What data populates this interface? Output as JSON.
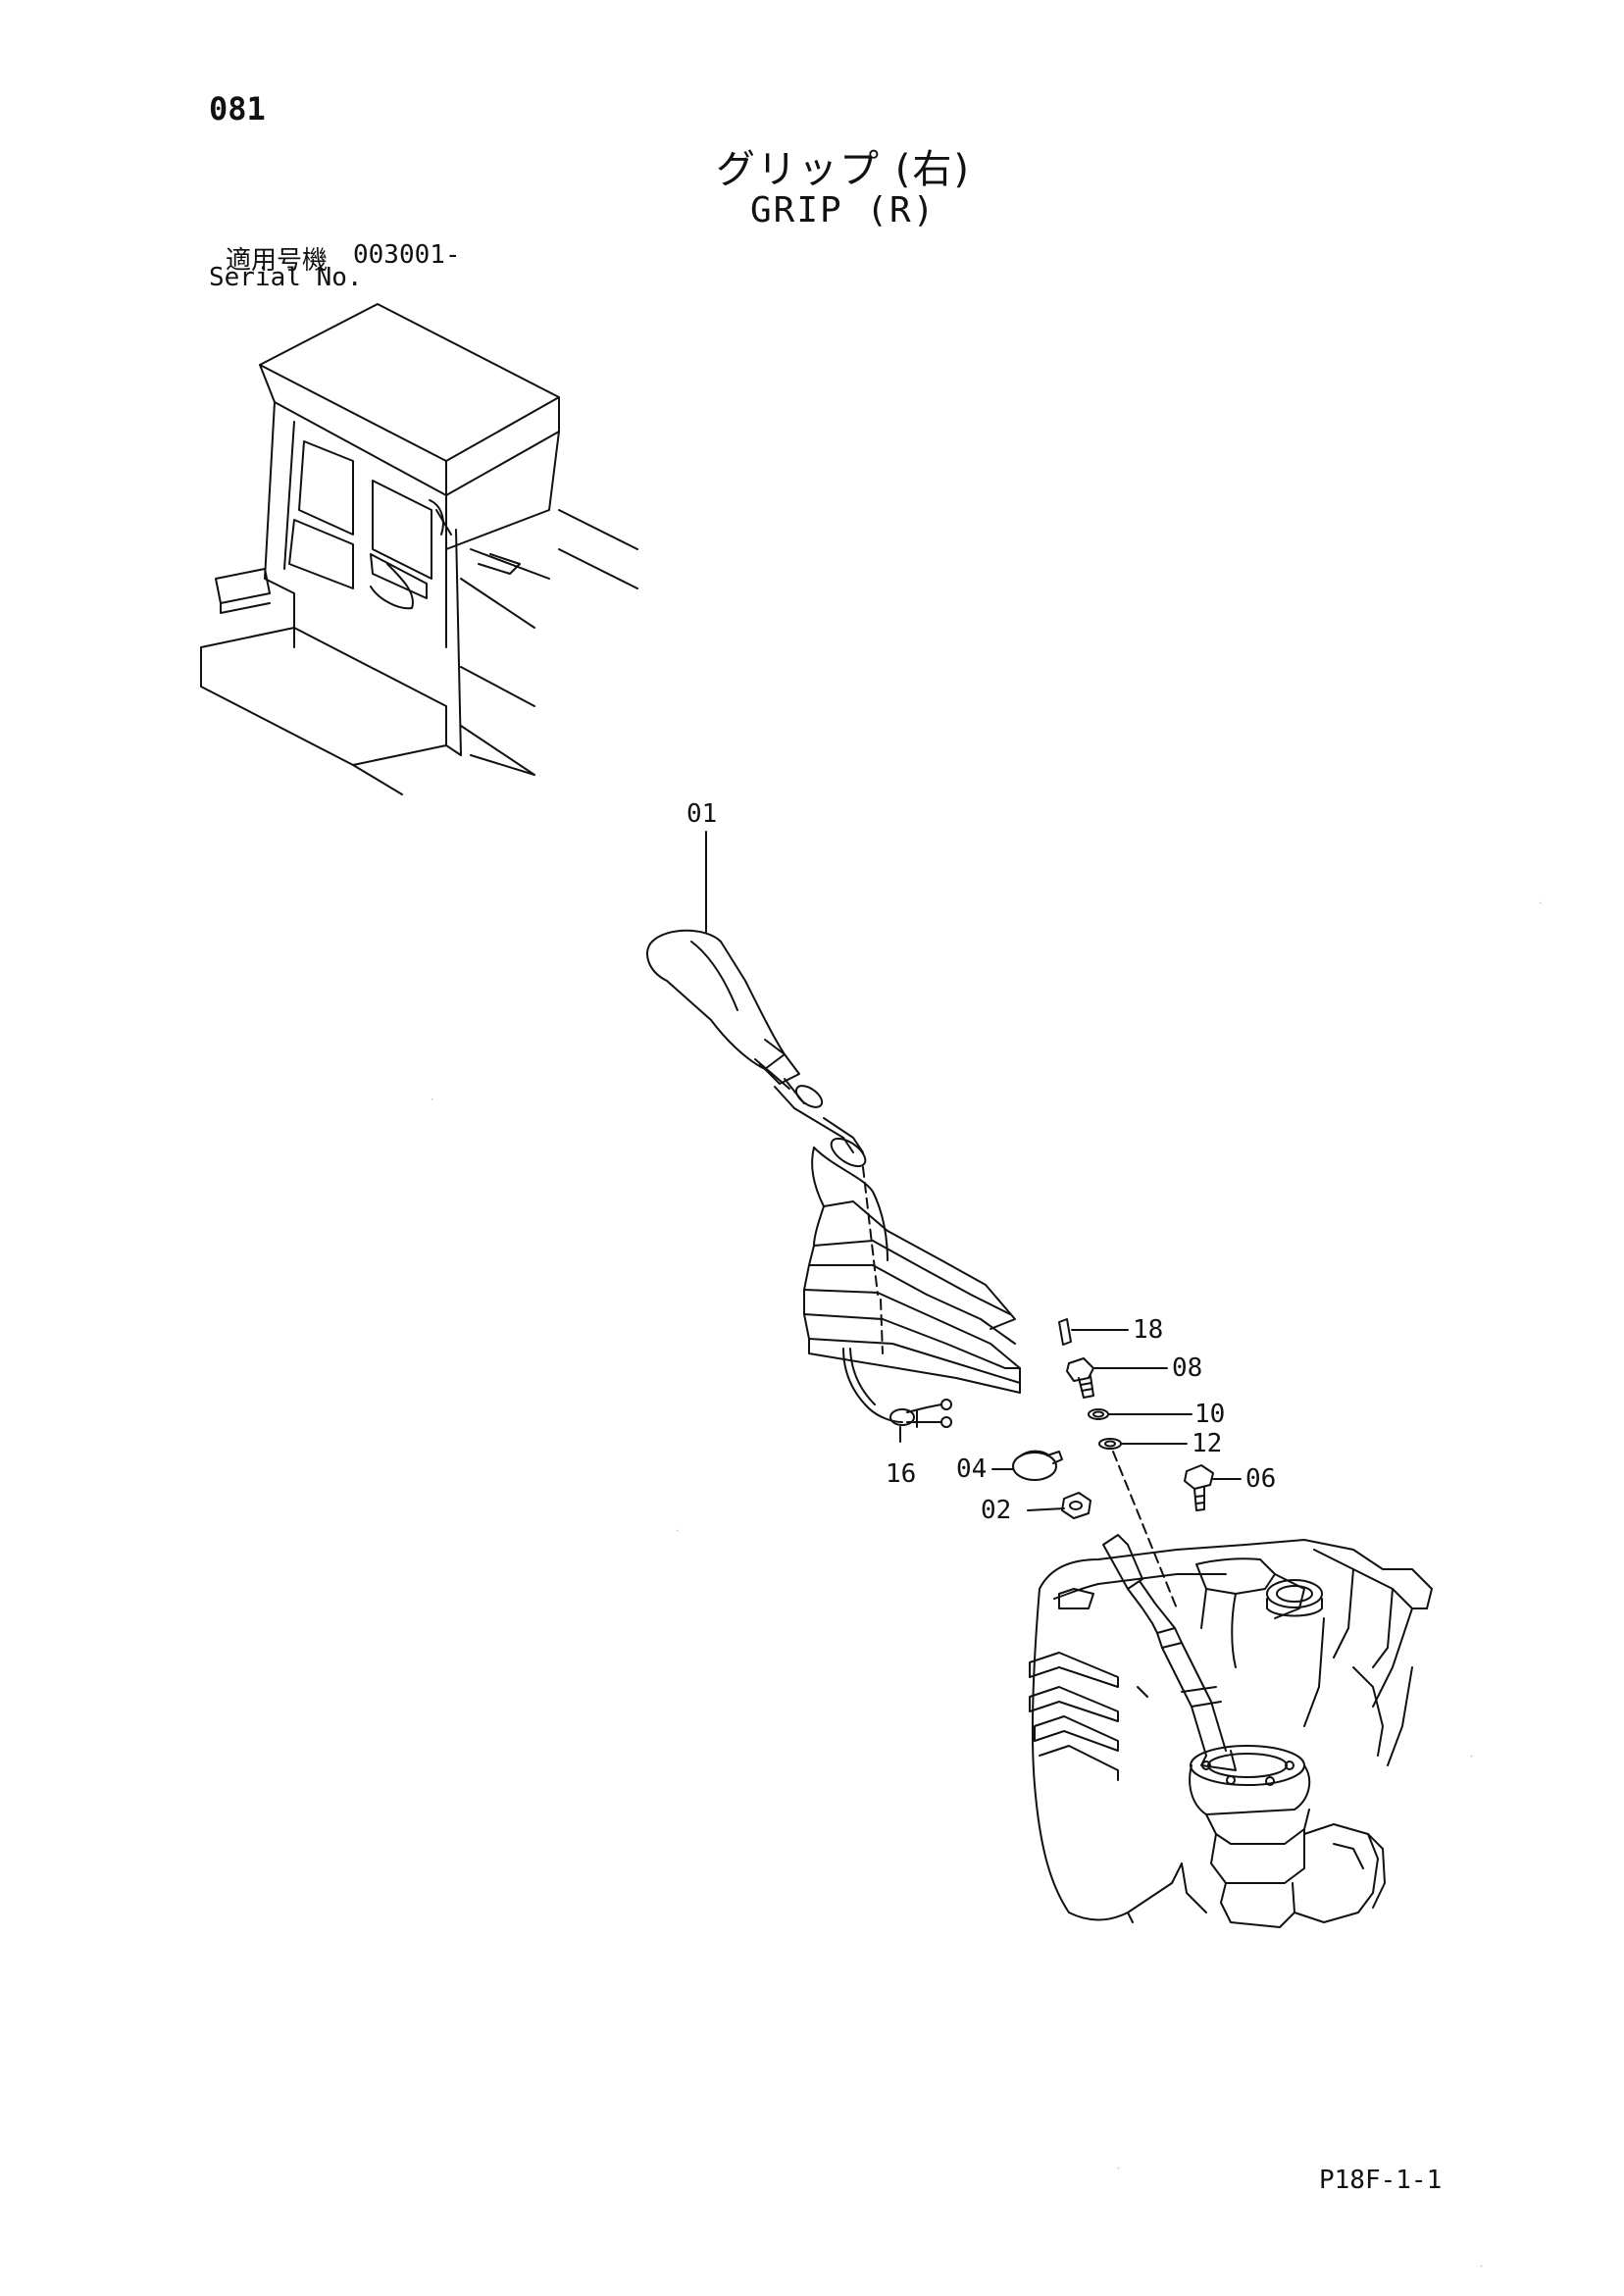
{
  "header": {
    "page_number": "081",
    "title_jp": "グリップ (右)",
    "title_en": "GRIP (R)",
    "serial_label_jp": "適用号機",
    "serial_value": "003001-",
    "serial_label_en": "Serial No."
  },
  "callouts": [
    {
      "id": "01"
    },
    {
      "id": "18"
    },
    {
      "id": "08"
    },
    {
      "id": "10"
    },
    {
      "id": "12"
    },
    {
      "id": "06"
    },
    {
      "id": "04"
    },
    {
      "id": "16"
    },
    {
      "id": "02"
    }
  ],
  "footer": {
    "reference_code": "P18F-1-1"
  }
}
